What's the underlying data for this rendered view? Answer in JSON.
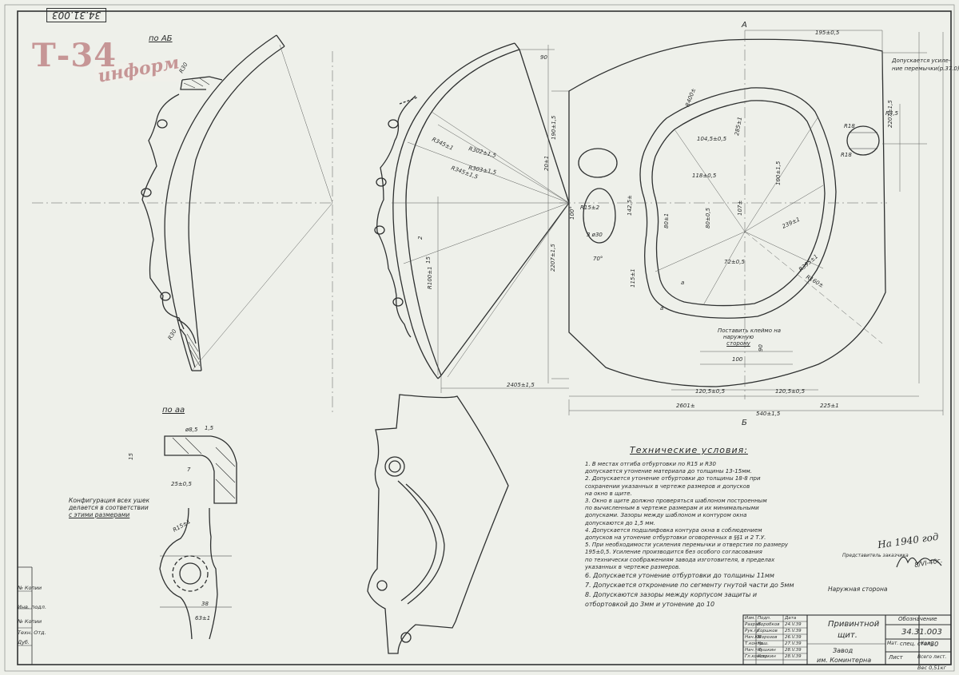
{
  "watermark": {
    "main": "Т-34",
    "sub": "информ"
  },
  "sheet_number_rotated": "34.31.003",
  "view_labels": {
    "view_ab": "по АБ",
    "view_aa": "по аа"
  },
  "note_configuration": [
    "Конфигурация всех ушек",
    "делается в соответствии",
    "с этими размерами"
  ],
  "technical_conditions": {
    "title": "Технические условия:",
    "items": [
      "1. В местах отгиба отбуртовки по R15 и R30",
      "допускается утонение материала до толщины 13-15мм.",
      "2. Допускается утонение отбуртовки до толщины 18-8 при",
      "сохранении указанных в чертеже размеров и допусков",
      "на окно в щите.",
      "3. Окно в щите должно проверяться шаблоном построенным",
      "по вычисленным в чертеже размерам и их минимальными",
      "допусками. Зазоры между шаблоном и контуром окна",
      "допускаются до 1,5 мм.",
      "4. Допускается подшлифовка контура окна в соблюдением",
      "допусков на утонение отбуртовки оговоренных в §§1 и 2 Т.У.",
      "5. При необходимости усиления перемычки и отверстия по размеру",
      "195±0,5. Усиление производится без особого согласования",
      "по технически соображениям завода изготовителя, в пределах",
      "указанных в чертеже размеров.",
      "6. Допускается утонение отбуртовки до толщины 11мм",
      "7. Допускается откронение по сегменту гнутой части до 5мм",
      "8. Допускаются зазоры между корпусом защиты и",
      "отбортовкой до 3мм и утонение до 10"
    ]
  },
  "outer_side_label": "Наружная сторона",
  "mark_note": [
    "Поставить клеймо на",
    "наружную",
    "сторону"
  ],
  "approval": {
    "line1": "На 1940 год",
    "line2": "Представитель заказчика",
    "date": "8/VI-40г."
  },
  "title_block": {
    "part_name": [
      "Привинтной",
      "щит."
    ],
    "designation_header": "Обозначение",
    "designation": "34.31.003",
    "factory": [
      "Завод",
      "им. Коминтерна"
    ],
    "material_header": "Мат.",
    "material": "спец. сталь",
    "qty_header": "Кол.",
    "qty": "30",
    "sheet": "Лист",
    "sheets_total": "Всего лист.",
    "weight": "Вес 0,51кг",
    "roles": [
      {
        "role": "Изм.",
        "name": "Подп.",
        "date": "Дата"
      },
      {
        "role": "Разраб.",
        "name": "Коробков",
        "date": "24.V.39"
      },
      {
        "role": "Рук.гр.",
        "name": "Горшков",
        "date": "25.V.39"
      },
      {
        "role": "Нач.КБ",
        "name": "Морозов",
        "date": "26.V.39"
      },
      {
        "role": "Т.контр.",
        "name": "Кош.",
        "date": "27.V.39"
      },
      {
        "role": "Нач.т.б.",
        "name": "Кушкин",
        "date": "28.V.39"
      },
      {
        "role": "Гл.констр.",
        "name": "Кошкин",
        "date": "28.V.39"
      }
    ]
  },
  "left_stamps": [
    "№ Копии",
    "Инв. подл.",
    "№ Копии",
    "Техн. Отд.",
    "Дуб."
  ],
  "dimensions": {
    "d195": "195±0,5",
    "d90": "90",
    "d1907": "190±1,5",
    "d2207": "2207±1,5",
    "d2207b": "2207±1,5",
    "d2405": "2405±1,5",
    "d2601": "2601±",
    "d5401": "540±1,5",
    "d2257": "225±1",
    "d12057l": "120,5±0,5",
    "d12057r": "120,5±0,5",
    "d100": "100",
    "d90b": "90",
    "d1045": "104,5±0,5",
    "d1185": "118±0,5",
    "d1007": "100±1,5",
    "d80": "80±0,5",
    "d107": "107±",
    "d2391": "239±1",
    "d2851": "285±1",
    "d80b": "80±1",
    "d72": "72±0,5",
    "d1425": "142,5±",
    "d115": "115±1",
    "d70": "70°",
    "d100b": "100°",
    "d330": "3 ø30",
    "d1252": "R15±2",
    "d3451": "R345±1",
    "d3457": "R345±1,5",
    "d3027": "R302±1,5",
    "d3037": "R303±1,5",
    "d100L": "R100±1",
    "d20": "20±1",
    "d45": "R4,5",
    "d18": "R18",
    "d18b": "R18",
    "d1602": "R160±",
    "d3951": "R395±1",
    "d4002": "R400±",
    "d15": "15",
    "d257": "25±0,5",
    "d7": "7",
    "d85": "ø8,5",
    "d15b": "1,5",
    "d30": "R30",
    "d30b": "R30",
    "d1551": "R15±1",
    "d38": "38",
    "d6371": "63±1",
    "d15c": "15",
    "d2": "2",
    "dA": "А",
    "dB": "Б",
    "dA2": "а",
    "dA3": "а",
    "allow": "Допускается усиле-",
    "allow2": "ние перемычки(р.37.0)"
  }
}
